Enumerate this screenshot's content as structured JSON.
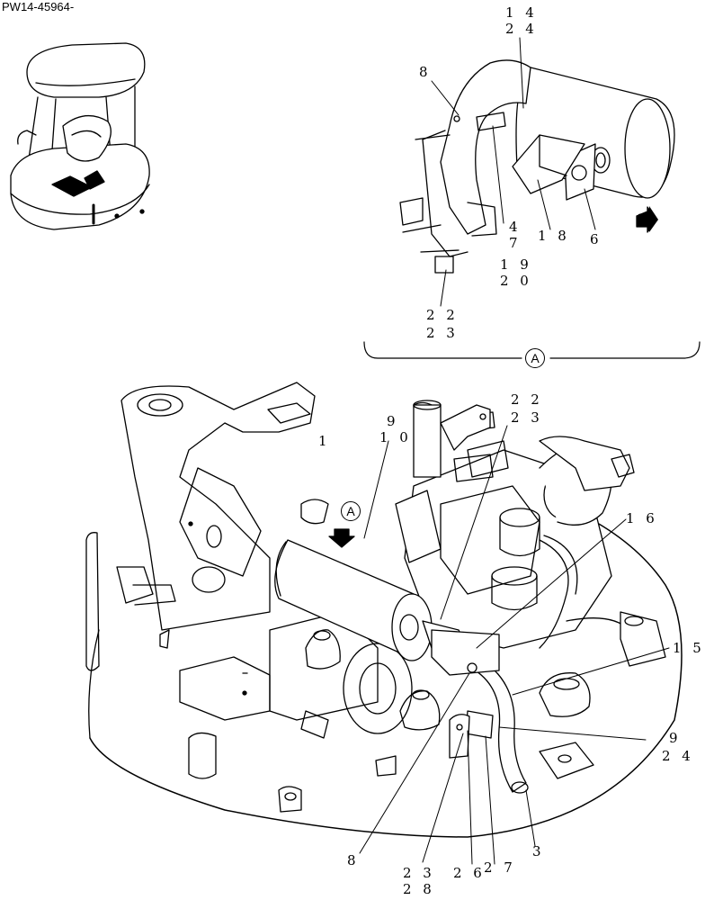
{
  "document": {
    "id": "PW14-45964-"
  },
  "detail_reference": "A",
  "callouts": {
    "c14_24": [
      "1 4",
      "2 4"
    ],
    "c8_top": "8",
    "c47": [
      "4",
      "7"
    ],
    "c18": "1 8",
    "c6": "6",
    "c1920": [
      "1 9",
      "2 0"
    ],
    "c2223_top": [
      "2 2",
      "2 3"
    ],
    "c2223_main": [
      "2 2",
      "2 3"
    ],
    "c910": [
      "9",
      "1 0"
    ],
    "c1": "1",
    "c16": "1 6",
    "c15": "1 5",
    "c924": [
      "9",
      "2 4"
    ],
    "c3": "3",
    "c27": "2 7",
    "c26": "2 6",
    "c2328": [
      "2 3",
      "2 8"
    ],
    "c8_bottom": "8"
  }
}
